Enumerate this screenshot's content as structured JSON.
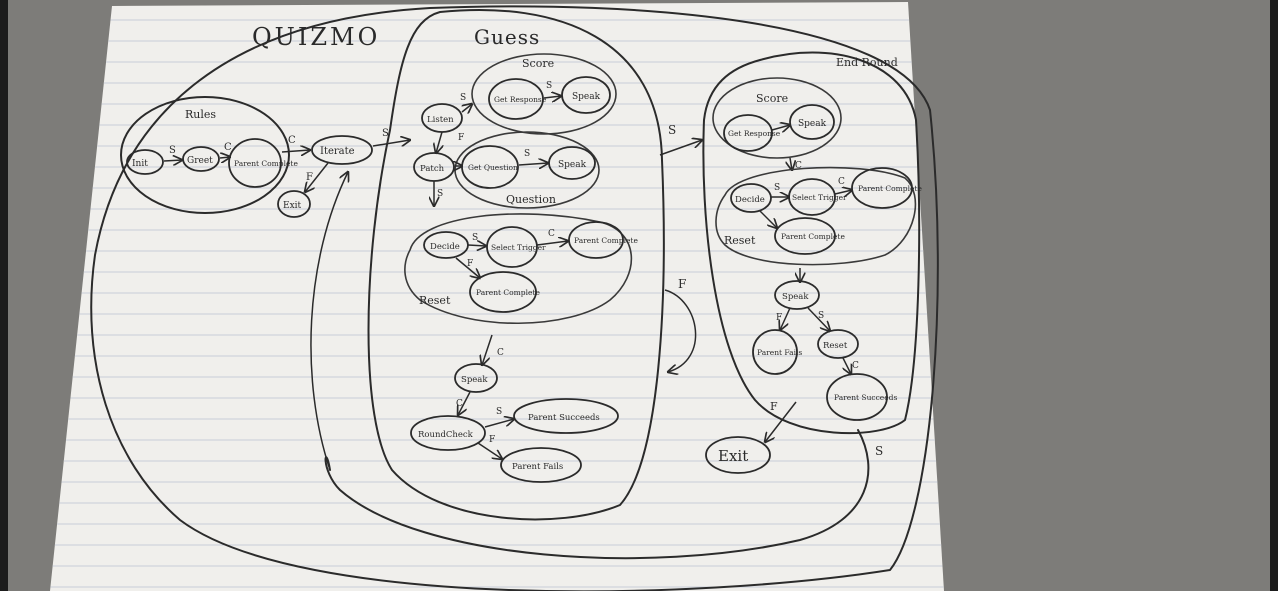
{
  "diagram": {
    "title": "QUIZMO",
    "colors": {
      "desk": "#7d7c79",
      "paper": "#f0efec",
      "ink": "#2b2b2b",
      "lines": "#c9ced8",
      "margin_frame": "#1c1c1c"
    },
    "groups": {
      "rules": "Rules",
      "guess": "Guess",
      "guess_score": "Score",
      "guess_question": "Question",
      "guess_reset": "Reset",
      "end_round": "End Round",
      "end_score": "Score",
      "end_reset": "Reset"
    },
    "nodes": {
      "init": "Init",
      "greet": "Greet",
      "parent_complete_rules": "Parent Complete",
      "iterate": "Iterate",
      "exit_rules": "Exit",
      "listen": "Listen",
      "get_response_1": "Get Response",
      "speak_1": "Speak",
      "patch": "Patch",
      "get_question": "Get Question",
      "speak_2": "Speak",
      "decide_1": "Decide",
      "select_trigger_1": "Select Trigger",
      "parent_complete_1": "Parent Complete",
      "parent_complete_2": "Parent Complete",
      "speak_3": "Speak",
      "round_check": "RoundCheck",
      "parent_succeeds_1": "Parent Succeeds",
      "parent_fails_1": "Parent Fails",
      "get_response_2": "Get Response",
      "speak_4": "Speak",
      "decide_2": "Decide",
      "select_trigger_2": "Select Trigger",
      "parent_complete_3": "Parent Complete",
      "parent_complete_4": "Parent Complete",
      "speak_5": "Speak",
      "parent_fails_2": "Parent Fails",
      "reset": "Reset",
      "parent_succeeds_2": "Parent Succeeds",
      "exit_end": "Exit"
    },
    "edge_labels": {
      "s": "S",
      "f": "F",
      "c": "C"
    }
  }
}
